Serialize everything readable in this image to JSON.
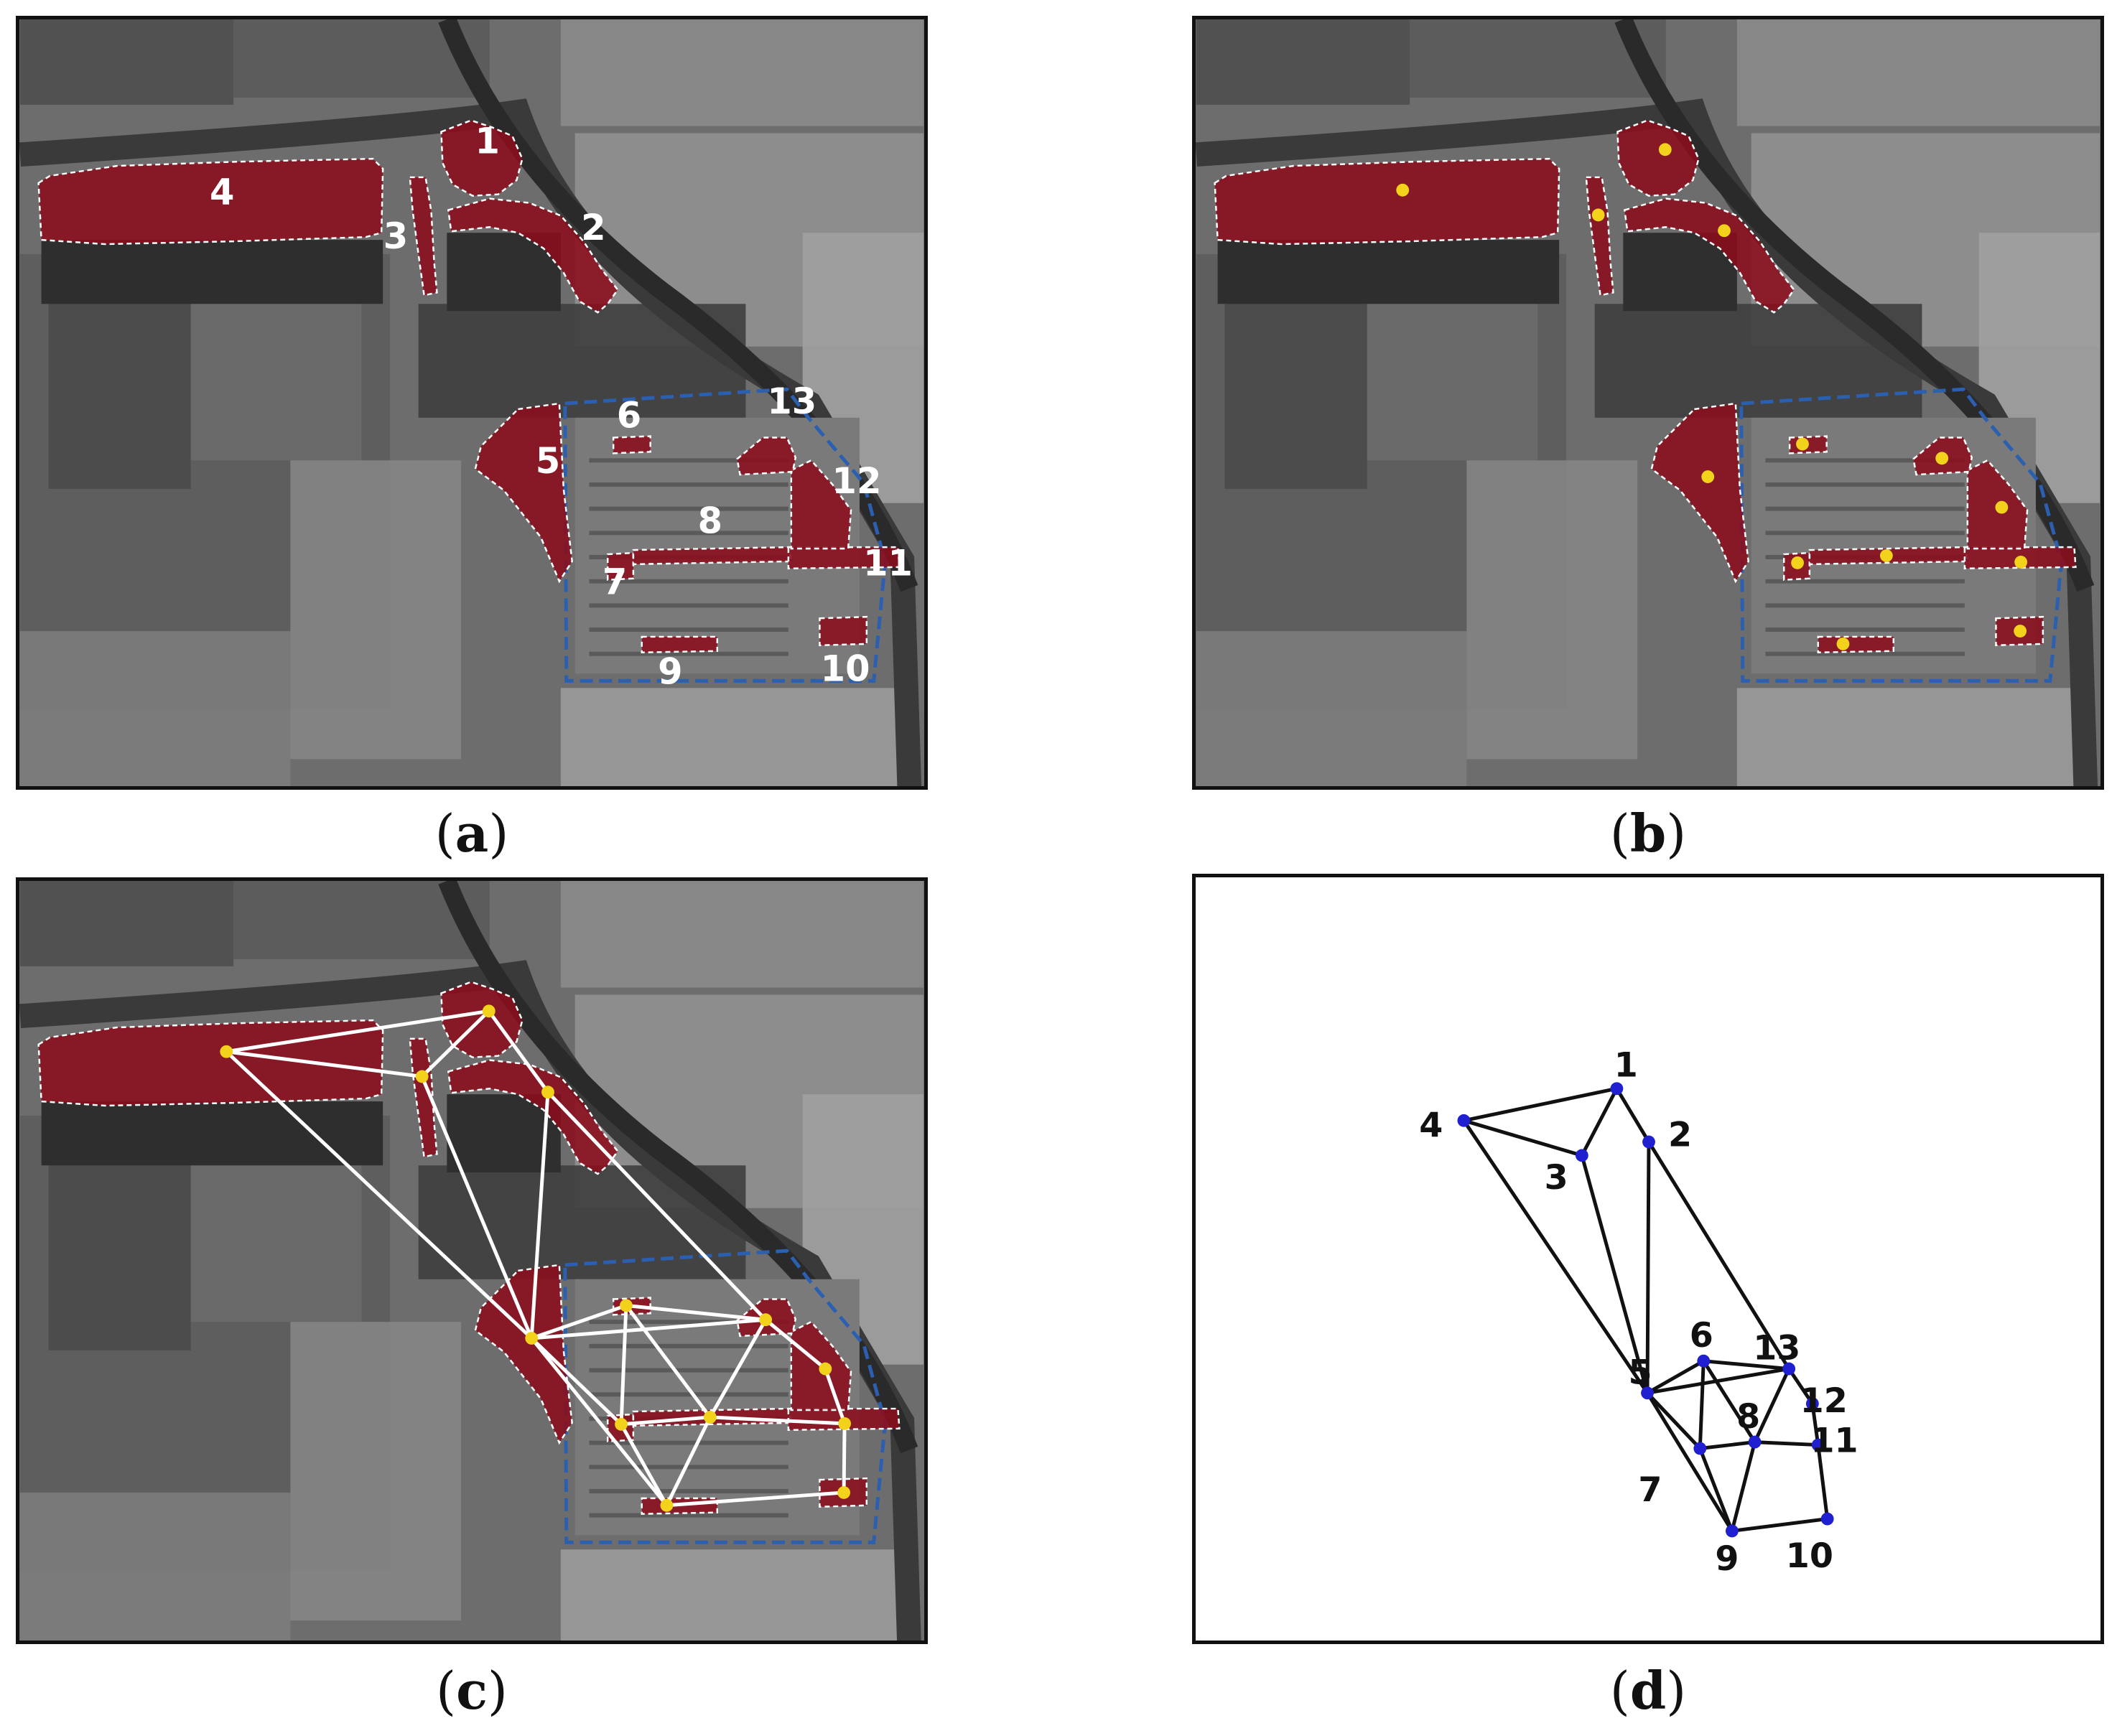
{
  "captions": [
    "a",
    "b",
    "c",
    "d"
  ],
  "colors": {
    "region_fill": "#8b0d1c",
    "region_border": "#ffffff",
    "site_boundary": "#2b5fb0",
    "centroid": "#f2d21a",
    "overlay_edge": "#ffffff",
    "graph_edge": "#111111",
    "graph_node": "#2020d0",
    "imagery_base": "#6d6d6d"
  },
  "icons": {
    "centroid": "yellow-dot-icon",
    "graph_node": "blue-dot-icon"
  },
  "regions": [
    {
      "id": "1",
      "label": "1"
    },
    {
      "id": "2",
      "label": "2"
    },
    {
      "id": "3",
      "label": "3"
    },
    {
      "id": "4",
      "label": "4"
    },
    {
      "id": "5",
      "label": "5"
    },
    {
      "id": "6",
      "label": "6"
    },
    {
      "id": "7",
      "label": "7"
    },
    {
      "id": "8",
      "label": "8"
    },
    {
      "id": "9",
      "label": "9"
    },
    {
      "id": "10",
      "label": "10"
    },
    {
      "id": "11",
      "label": "11"
    },
    {
      "id": "12",
      "label": "12"
    },
    {
      "id": "13",
      "label": "13"
    }
  ],
  "edges": [
    [
      "4",
      "1"
    ],
    [
      "4",
      "3"
    ],
    [
      "4",
      "5"
    ],
    [
      "1",
      "3"
    ],
    [
      "1",
      "2"
    ],
    [
      "3",
      "5"
    ],
    [
      "2",
      "5"
    ],
    [
      "2",
      "13"
    ],
    [
      "5",
      "6"
    ],
    [
      "5",
      "13"
    ],
    [
      "5",
      "7"
    ],
    [
      "5",
      "9"
    ],
    [
      "6",
      "13"
    ],
    [
      "6",
      "7"
    ],
    [
      "6",
      "8"
    ],
    [
      "13",
      "8"
    ],
    [
      "13",
      "12"
    ],
    [
      "12",
      "11"
    ],
    [
      "7",
      "8"
    ],
    [
      "8",
      "11"
    ],
    [
      "7",
      "9"
    ],
    [
      "8",
      "9"
    ],
    [
      "9",
      "10"
    ],
    [
      "11",
      "10"
    ]
  ]
}
